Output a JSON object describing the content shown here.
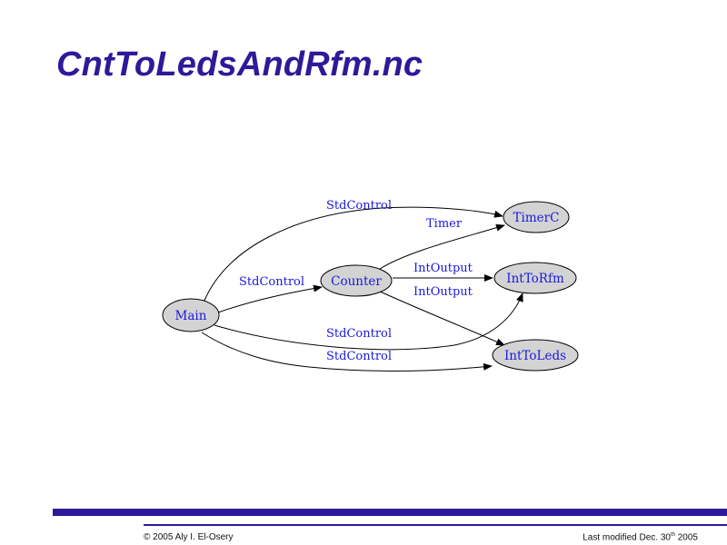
{
  "title": "CntToLedsAndRfm.nc",
  "diagram": {
    "nodes": {
      "main": "Main",
      "counter": "Counter",
      "timerc": "TimerC",
      "inttorfm": "IntToRfm",
      "inttoleds": "IntToLeds"
    },
    "edges": {
      "main_timerc": "StdControl",
      "main_counter": "StdControl",
      "main_inttorfm": "StdControl",
      "main_inttoleds": "StdControl",
      "counter_timerc": "Timer",
      "counter_inttorfm": "IntOutput",
      "counter_inttoleds": "IntOutput"
    }
  },
  "footer": {
    "copyright": "© 2005 Aly I. El-Osery",
    "modified_prefix": "Last modified Dec. 30",
    "modified_sup": "th",
    "modified_suffix": " 2005"
  },
  "colors": {
    "title": "#2e1a99",
    "label": "#1a1adc",
    "node_fill": "#d3d3d3",
    "bar": "#2e1a99"
  }
}
